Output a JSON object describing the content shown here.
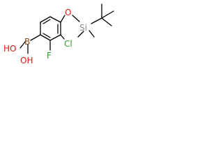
{
  "molecule": {
    "atom_labels": {
      "boron": "B",
      "hydroxyl_top": "HO",
      "hydroxyl_bottom": "OH",
      "fluorine": "F",
      "chlorine": "Cl",
      "oxygen": "O",
      "silicon": "Si"
    }
  },
  "colors": {
    "boron": "#8a4a1d",
    "oxygen": "#e0140e",
    "fluorine": "#2ca02c",
    "chlorine": "#2ca02c",
    "silicon": "#8c8c8c",
    "bond": "#000000"
  }
}
